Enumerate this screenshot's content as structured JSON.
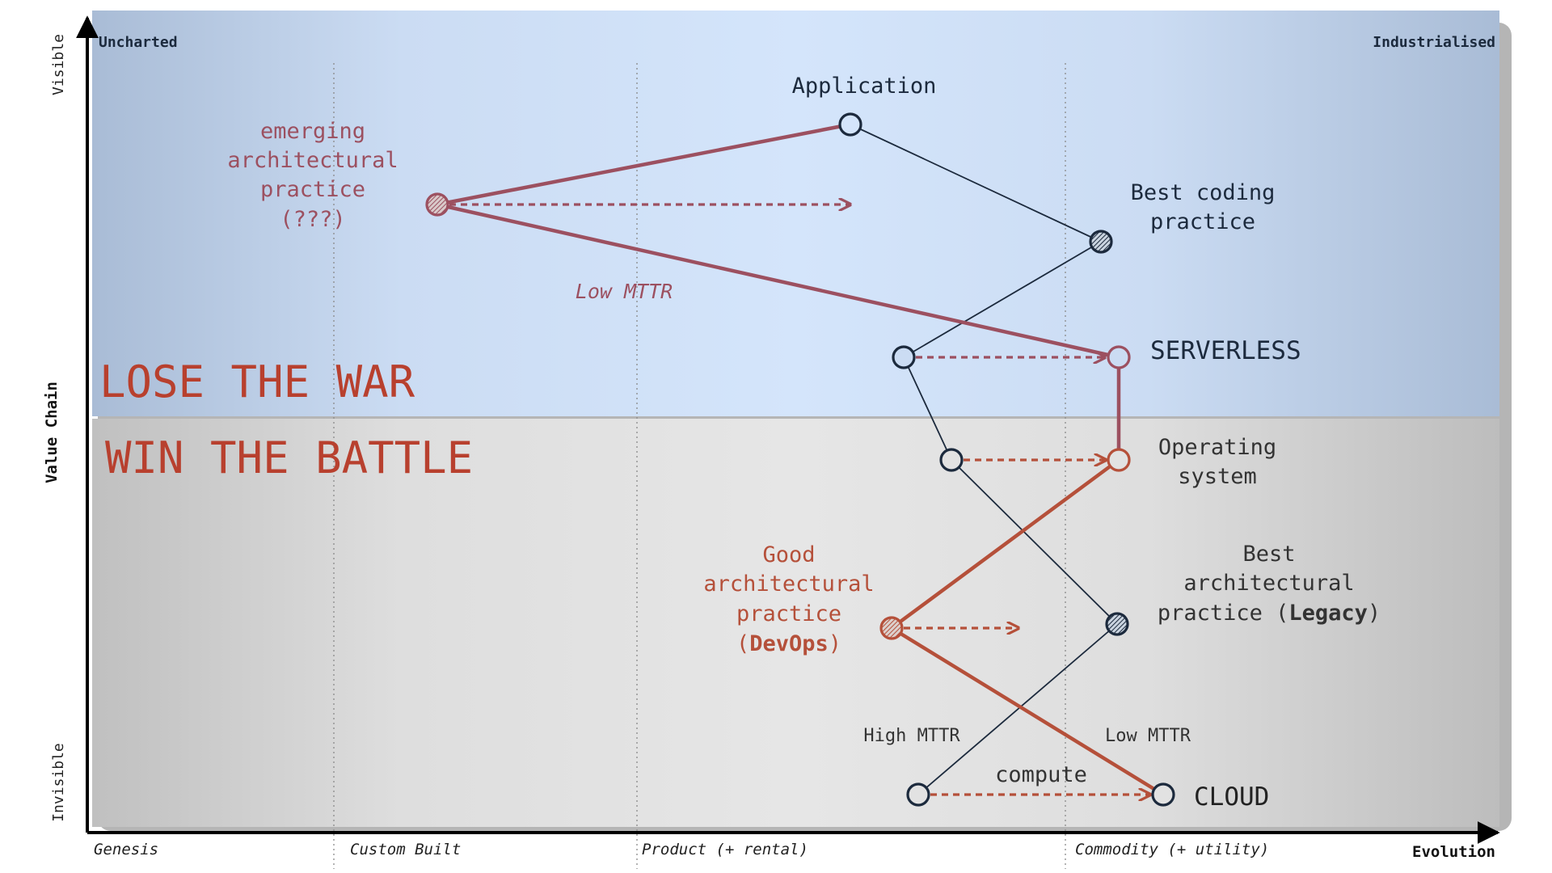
{
  "axes": {
    "y_title": "Value Chain",
    "y_top": "Visible",
    "y_bottom": "Invisible",
    "x_title": "Evolution",
    "corner_left": "Uncharted",
    "corner_right": "Industrialised",
    "stages": [
      "Genesis",
      "Custom Built",
      "Product (+ rental)",
      "Commodity (+ utility)"
    ]
  },
  "regions": {
    "top_label": "LOSE THE WAR",
    "bottom_label": "WIN THE BATTLE"
  },
  "labels": {
    "application": "Application",
    "best_coding_1": "Best coding",
    "best_coding_2": "practice",
    "serverless": "SERVERLESS",
    "os_1": "Operating",
    "os_2": "system",
    "best_arch_1": "Best",
    "best_arch_2": "architectural",
    "best_arch_3a": "practice (",
    "best_arch_3b": "Legacy",
    "best_arch_3c": ")",
    "cloud": "CLOUD",
    "compute": "compute",
    "high_mttr": "High MTTR",
    "low_mttr_bottom": "Low MTTR",
    "low_mttr_top": "Low MTTR",
    "emerging_1": "emerging",
    "emerging_2": "architectural",
    "emerging_3": "practice",
    "emerging_4": "(???)",
    "good_1": "Good",
    "good_2": "architectural",
    "good_3": "practice",
    "good_4a": "(",
    "good_4b": "DevOps",
    "good_4c": ")"
  },
  "colors": {
    "top_band": "#d3e4fa",
    "bottom_band": "#e2e2e2",
    "dark_line": "#1c2a3d",
    "maroon": "#9c5060",
    "rust": "#b5503a",
    "region_text": "#b8402e"
  }
}
